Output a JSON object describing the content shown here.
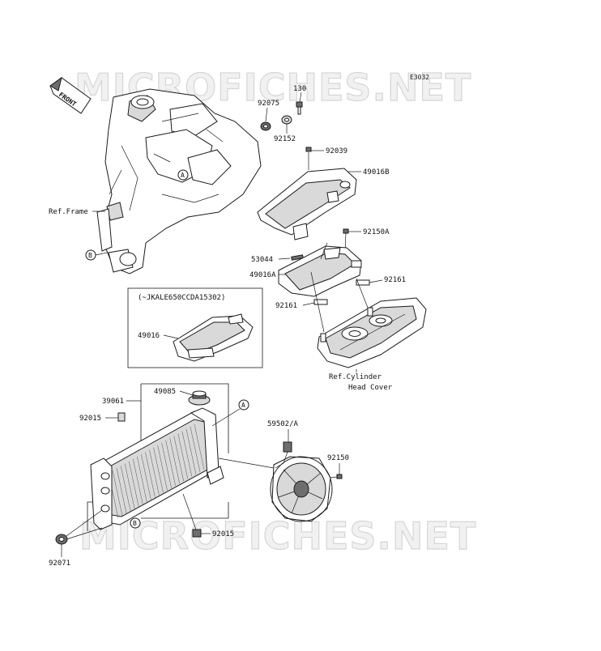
{
  "watermark": "MICROFICHES.NET",
  "diagram_id": "E3032",
  "front_arrow_label": "FRONT",
  "ref_labels": {
    "frame": "Ref.Frame",
    "cylinder_line1": "Ref.Cylinder",
    "cylinder_line2": "Head Cover"
  },
  "callouts": {
    "a": "A",
    "b": "B"
  },
  "inset_box_label": "(~JKALE650CCDA15302)",
  "parts": {
    "p130": "130",
    "p92075": "92075",
    "p92152": "92152",
    "p92039": "92039",
    "p49016B": "49016B",
    "p92150A": "92150A",
    "p53044": "53044",
    "p49016A": "49016A",
    "p92161_upper": "92161",
    "p92161_lower": "92161",
    "p49016": "49016",
    "p39061": "39061",
    "p49085": "49085",
    "p92015_upper": "92015",
    "p59502A": "59502/A",
    "p92150": "92150",
    "p92015_lower": "92015",
    "p92071": "92071"
  }
}
